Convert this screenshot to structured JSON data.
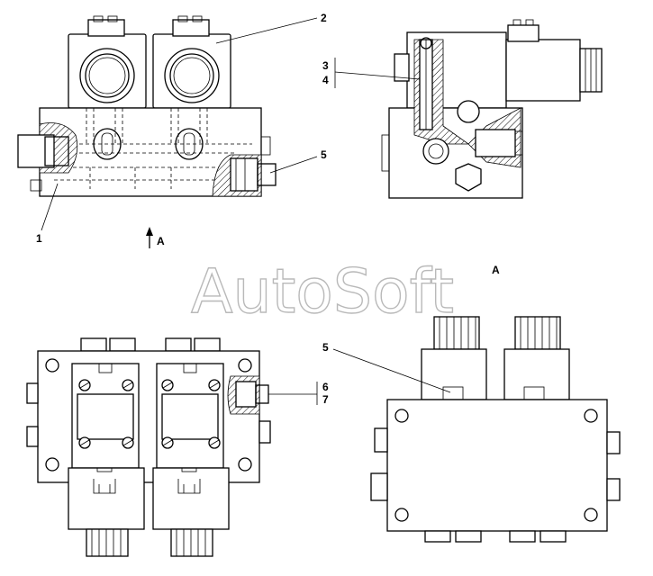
{
  "callouts": {
    "c1": "1",
    "c2": "2",
    "c3": "3",
    "c4": "4",
    "c5_top": "5",
    "c5_bottom": "5",
    "c6": "6",
    "c7": "7"
  },
  "view_marker": {
    "arrow_label": "A",
    "view_title": "A"
  },
  "watermark": "AutoSoft",
  "colors": {
    "line": "#000000",
    "watermark_outline": "#b9b9b9",
    "background": "#ffffff"
  }
}
